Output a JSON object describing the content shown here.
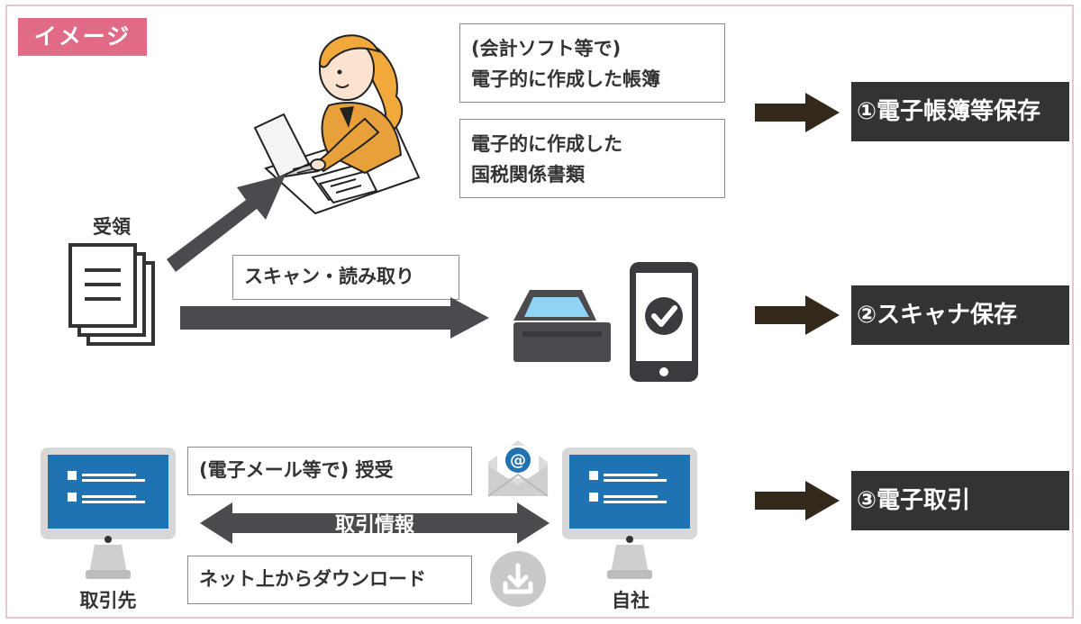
{
  "tag": "イメージ",
  "row1": {
    "box_top": [
      "(会計ソフト等で)",
      "電子的に作成した帳簿"
    ],
    "box_bottom": [
      "電子的に作成した",
      "国税関係書類"
    ],
    "result": "①電子帳簿等保存"
  },
  "row2": {
    "received_label": "受領",
    "scan_label": "スキャン・読み取り",
    "result": "②スキャナ保存"
  },
  "row3": {
    "email_label": "(電子メール等で) 授受",
    "exchange_label": "取引情報",
    "download_label": "ネット上からダウンロード",
    "partner_label": "取引先",
    "company_label": "自社",
    "result": "③電子取引"
  },
  "colors": {
    "tag": "#e16a86",
    "result_bg": "#333333",
    "arrow_dark": "#33291a",
    "arrow_gray": "#4a4a4f",
    "screen_blue": "#1f73b3",
    "monitor_gray": "#d8d8d8"
  },
  "icons": [
    "woman-at-laptop-illustration",
    "document-stack-icon",
    "scanner-icon",
    "smartphone-check-icon",
    "email-icon",
    "download-icon",
    "monitor-icon"
  ]
}
